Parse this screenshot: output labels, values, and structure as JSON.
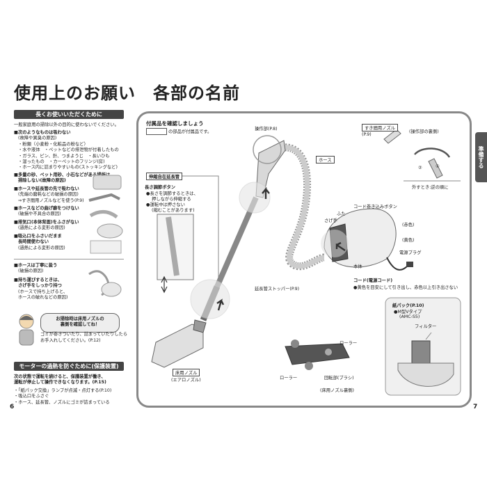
{
  "title": "使用上のお願い　各部の名前",
  "side_tab": "準備する",
  "page_left": "6",
  "page_right": "7",
  "left": {
    "heading1": "長くお使いいただくために",
    "intro": "一般家庭用の掃除以外の目的に使わないでください。",
    "s1_title": "■次のようなものは吸わない",
    "s1_sub": "(故障や異臭の原因)",
    "s1_items": [
      "・粉類（小麦粉・化粧品の粉など）",
      "・水や液体　・ペットなどの排泄物が付着したもの",
      "・ガラス、ピン、針、つまようじ　・長いひも",
      "・湿ったもの　・カーペットのフリンジ(房)",
      "・ホース内に詰まりやすいもの(ストッキングなど)"
    ],
    "s2_title": "■多量の砂、ペット用砂、小石などがある場所は",
    "s2_title2": "掃除しない(故障の原因)",
    "s3_title": "■ホースや延長管の先で吸わない",
    "s3_sub1": "(先端の磨耗などの破損の原因)",
    "s3_sub2": "⇒すき間用ノズルなどを使う(P.9)",
    "s4_title": "■ホースなどの曲げ癖をつけない",
    "s4_sub": "(破損や不具合の原因)",
    "s5_title": "■排気口(本体背面)をふさがない",
    "s5_sub": "(過熱による変形の原因)",
    "s6_title": "■吸込口をふさいだまま",
    "s6_title2": "長時間使わない",
    "s6_sub": "(過熱による変形の原因)",
    "s7_title": "■ホースは丁寧に扱う",
    "s7_sub": "(破損の原因)",
    "s8_title": "■持ち運びするときは、",
    "s8_title2": "さげ手をしっかり持つ",
    "s8_sub1": "(ホースで持ち上げると、",
    "s8_sub2": "ホースの破れなどの原因)",
    "bubble1": "お掃除時は床用ノズルの",
    "bubble2": "裏側を確認してね！",
    "bubble3": "ゴミが巻きついたり、詰まっていたりしたら",
    "bubble4": "お手入れしてください。(P.12)",
    "heading2": "モーターの過熱を防ぐために(保護装置)",
    "m1": "次の状態で運転を続けると、保護装置が働き、",
    "m2": "運転が停止して操作できなくなります。(P.15)",
    "m3": "・「紙パック交換」ランプが点滅・点灯する(P.10)",
    "m4": "・吸込口をふさぐ",
    "m5": "・ホース、延長管、ノズルにゴミが詰まっている"
  },
  "right": {
    "accessory_title": "付属品を確認しましょう",
    "accessory_note": "の部品が付属品です。",
    "grip": "操作部(P.8)",
    "hose": "ホース",
    "crevice": "すき間用ノズル",
    "crevice_page": "(P.9)",
    "grip_back": "(操作部の裏側)",
    "remove": "外すとき:逆の順に",
    "step1": "①",
    "step2": "②",
    "ext_title": "伸縮自在延長管",
    "ext_btn": "長さ調節ボタン",
    "ext_b1": "●長さを調節するときは、",
    "ext_b1b": "押しながら伸縮する",
    "ext_b2": "●運転中は押さない",
    "ext_b2b": "(縮むことがあります)",
    "cord_btn": "コード巻き込みボタン",
    "lid": "ふた",
    "handle": "さげ手",
    "red": "(赤色)",
    "yellow": "(黄色)",
    "plug": "電源プラグ",
    "body": "本体",
    "stopper": "延長管ストッパー(P.9)",
    "cord": "コード(電源コード)",
    "cord_note": "●黄色を目安にして引き出し、赤色以上引き出さない",
    "floor": "床用ノズル",
    "floor_sub": "(エアロノズル)",
    "roller1": "ローラー",
    "roller2": "ローラー",
    "brush": "回転部(ブラシ)",
    "floor_back": "(床用ノズル裏側)",
    "bag": "紙パック(P.10)",
    "bag_type": "●M型Vタイプ",
    "bag_model": "(AMC-S5)",
    "filter": "フィルター"
  }
}
